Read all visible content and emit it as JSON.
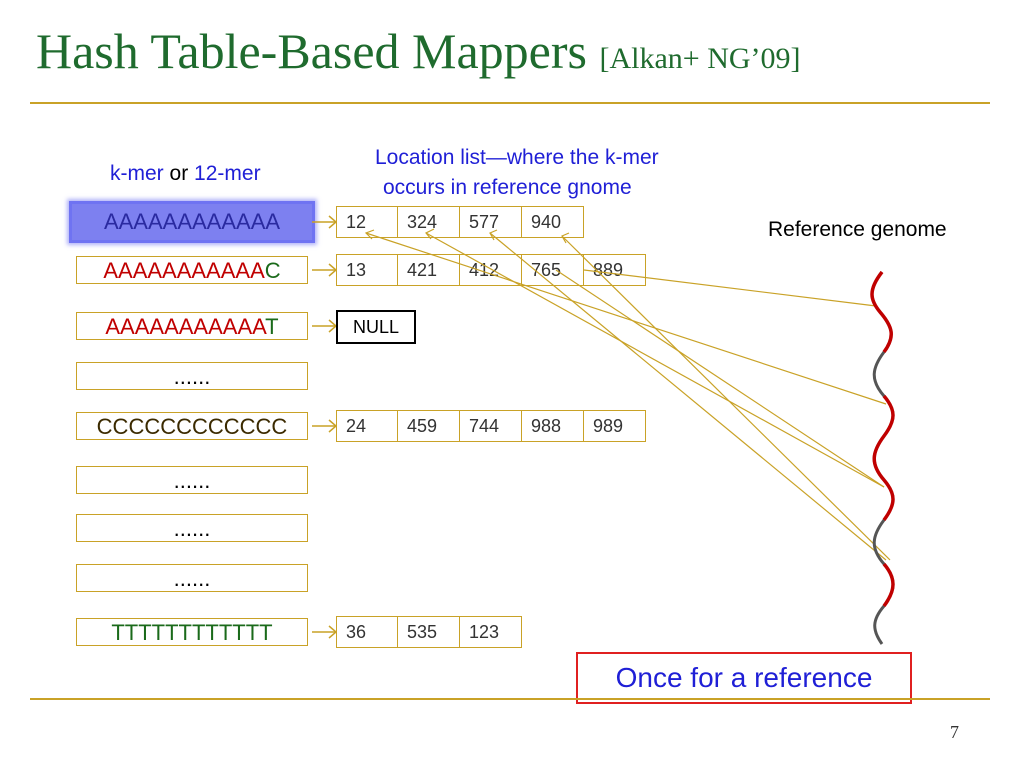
{
  "slide": {
    "title": "Hash Table-Based Mappers",
    "citation": "[Alkan+ NG’09]",
    "page_number": "7"
  },
  "labels": {
    "kmer_prefix": "k-mer",
    "kmer_or": "or",
    "kmer_suffix": "12-mer",
    "location_line1": "Location list—where the k-mer",
    "location_line2": "occurs in reference gnome",
    "reference": "Reference genome",
    "once": "Once for a reference"
  },
  "rows": [
    {
      "kmer_base": "AAAAAAAAAAAA",
      "kmer_last": "",
      "cells": [
        "12",
        "324",
        "577",
        "940"
      ]
    },
    {
      "kmer_base": "AAAAAAAAAAA",
      "kmer_last": "C",
      "cells": [
        "13",
        "421",
        "412",
        "765",
        "889"
      ]
    },
    {
      "kmer_base": "AAAAAAAAAAA",
      "kmer_last": "T",
      "null": "NULL"
    },
    {
      "dots": "......"
    },
    {
      "kmer_base": "CCCCCCCCCCCC",
      "kmer_last": "",
      "cells": [
        "24",
        "459",
        "744",
        "988",
        "989"
      ]
    },
    {
      "dots": "......"
    },
    {
      "dots": "......"
    },
    {
      "dots": "......"
    },
    {
      "kmer_base": "TTTTTTTTTTTT",
      "kmer_last": "",
      "cells": [
        "36",
        "535",
        "123"
      ]
    }
  ],
  "colors": {
    "title": "#1f6b2e",
    "rule": "#c9a227",
    "highlight": "#7d80f0",
    "label_blue": "#1f1fd6",
    "genome_red": "#c00000",
    "genome_gray": "#555555",
    "callout_border": "#e02020"
  }
}
